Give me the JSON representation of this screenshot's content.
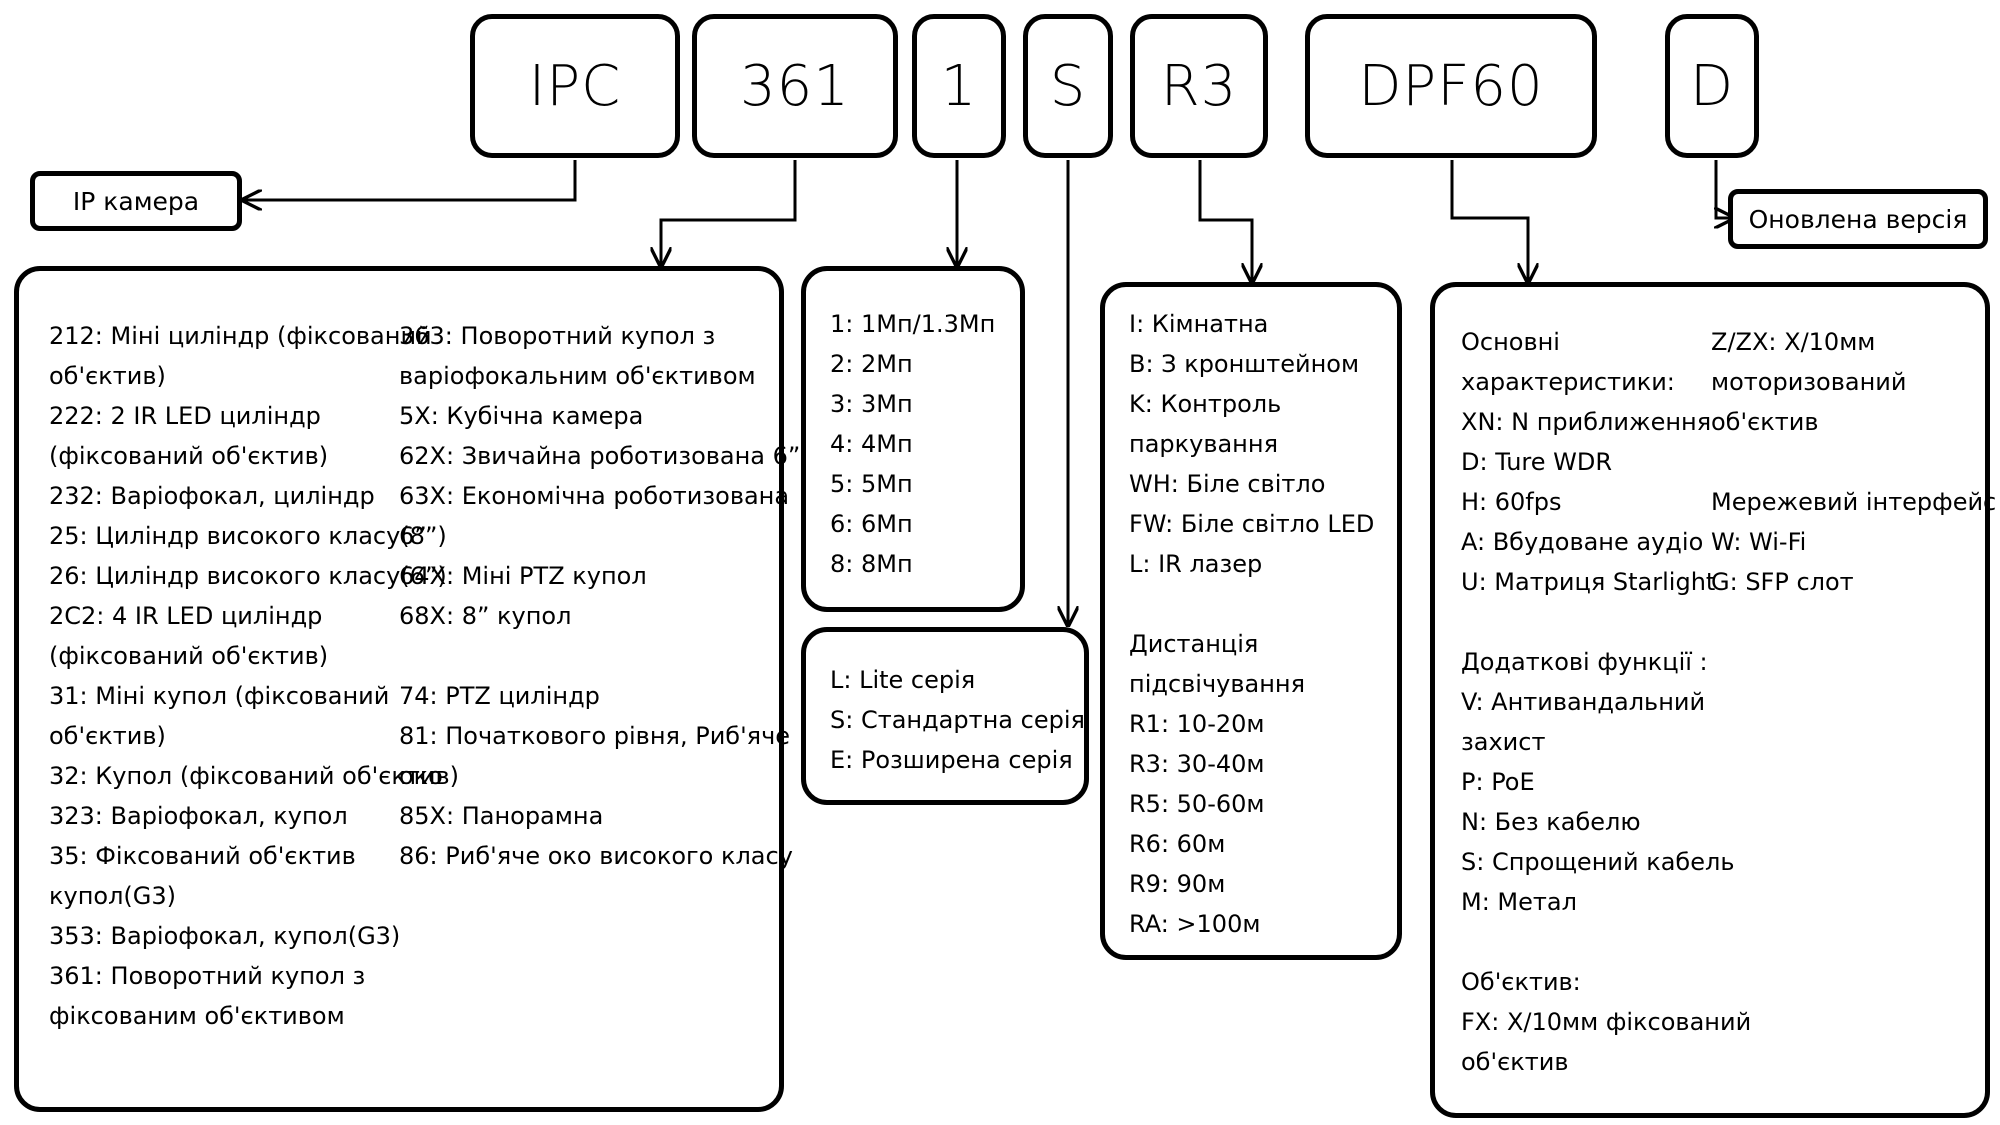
{
  "codes": {
    "ipc": "IPC",
    "series": "361",
    "resolution": "1",
    "line": "S",
    "option": "R3",
    "features": "DPF60",
    "version": "D"
  },
  "labels": {
    "ip_camera": "IP камера",
    "updated_version": "Оновлена версія"
  },
  "series_panel": {
    "col1": [
      "212: Міні циліндр (фіксований",
      "об'єктив)",
      "222: 2 IR LED циліндр",
      "(фіксований об'єктив)",
      "232: Варіофокал, циліндр",
      "25: Циліндр високого класу(8”)",
      "26: Циліндр високого класу(6”)",
      "2C2: 4 IR LED циліндр",
      "(фіксований об'єктив)",
      "31: Міні купол (фіксований",
      "об'єктив)",
      "32: Купол (фіксований об'єктив)",
      "323: Варіофокал, купол",
      "35: Фіксований об'єктив",
      "купол(G3)",
      "353: Варіофокал, купол(G3)",
      "361: Поворотний купол з",
      "фіксованим об'єктивом"
    ],
    "col2a": [
      "363: Поворотний купол з",
      "варіофокальним об'єктивом",
      "5X: Кубічна камера",
      "62X: Звичайна роботизована 6”",
      "63X: Економічна роботизована",
      "6”",
      "64X: Міні PTZ купол",
      "68X: 8” купол"
    ],
    "col2b": [
      "74: PTZ циліндр",
      "81: Початкового рівня, Риб'яче",
      "око",
      "85X: Панорамна",
      "86: Риб'яче око високого класу"
    ]
  },
  "resolution_panel": [
    "1: 1Мп/1.3Мп",
    "2: 2Мп",
    "3: 3Мп",
    "4: 4Мп",
    "5: 5Мп",
    "6: 6Мп",
    "8: 8Мп"
  ],
  "line_panel": [
    "L: Lite серія",
    "S: Стандартна серія",
    "E: Розширена серія"
  ],
  "option_panel": {
    "a": [
      "I: Кімнатна",
      "B: З кронштейном",
      "K: Контроль",
      "паркування",
      "WH: Біле світло",
      "FW: Біле світло LED",
      "L: IR лазер"
    ],
    "b": [
      "Дистанція",
      "підсвічування",
      "R1: 10-20м",
      "R3: 30-40м",
      "R5: 50-60м",
      "R6: 60м",
      "R9: 90м",
      "RA: >100м"
    ]
  },
  "features_panel": {
    "col1a": [
      "Основні",
      "характеристики:",
      "XN: N приближення",
      "D: Ture WDR",
      "H: 60fps",
      "A: Вбудоване аудіо",
      "U: Матриця Starlight"
    ],
    "col1b": [
      "Додаткові функції :",
      "V: Антивандальний",
      "захист",
      "P: PoE",
      "N: Без кабелю",
      "S: Спрощений кабель",
      "M: Метал"
    ],
    "col1c": [
      "Об'єктив:",
      "FX: X/10мм фіксований",
      "об'єктив"
    ],
    "col2a": [
      "Z/ZX: X/10мм",
      "моторизований",
      "об'єктив"
    ],
    "col2b": [
      "Мережевий інтерфейс :",
      "W: Wi-Fi",
      "G: SFP слот"
    ]
  }
}
